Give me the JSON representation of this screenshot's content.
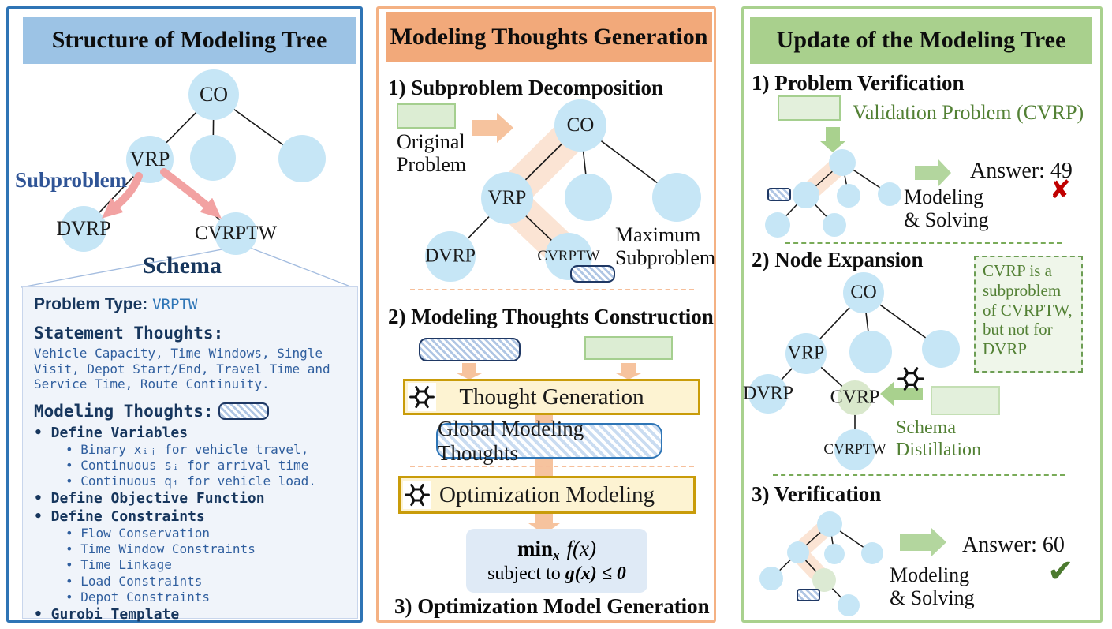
{
  "left": {
    "title": "Structure of Modeling Tree",
    "subproblem_label": "Subproblem",
    "schema_label": "Schema",
    "tree": {
      "co": "CO",
      "vrp": "VRP",
      "dvrp": "DVRP",
      "cvrptw": "CVRPTW"
    },
    "schema": {
      "problem_type_label": "Problem Type: ",
      "problem_type_value": "VRPTW",
      "statement_thoughts_label": "Statement Thoughts:",
      "statement_body": "Vehicle Capacity, Time Windows, Single\nVisit, Depot Start/End, Travel Time and\nService Time, Route Continuity.",
      "modeling_thoughts_label": "Modeling Thoughts:",
      "bullets": [
        {
          "style": "l1",
          "text": "• Define Variables"
        },
        {
          "style": "l2",
          "text": "• Binary xᵢⱼ for vehicle travel,"
        },
        {
          "style": "l2",
          "text": "• Continuous sᵢ for arrival time"
        },
        {
          "style": "l2",
          "text": "• Continuous qᵢ for vehicle load."
        },
        {
          "style": "l1",
          "text": "• Define Objective Function"
        },
        {
          "style": "l1",
          "text": "• Define Constraints"
        },
        {
          "style": "l2",
          "text": "• Flow Conservation"
        },
        {
          "style": "l2",
          "text": "• Time Window Constraints"
        },
        {
          "style": "l2",
          "text": "• Time Linkage"
        },
        {
          "style": "l2",
          "text": "• Load Constraints"
        },
        {
          "style": "l2",
          "text": "• Depot Constraints"
        },
        {
          "style": "l1",
          "text": "• Gurobi Template"
        }
      ]
    }
  },
  "middle": {
    "title": "Modeling Thoughts Generation",
    "step1": "1) Subproblem Decomposition",
    "original_problem": "Original\nProblem",
    "maximum_subproblem": "Maximum\nSubproblem",
    "tree": {
      "co": "CO",
      "vrp": "VRP",
      "dvrp": "DVRP",
      "cvrptw": "CVRPTW"
    },
    "step2": "2) Modeling Thoughts Construction",
    "thought_generation": "Thought Generation",
    "global_modeling_thoughts": "Global Modeling Thoughts",
    "optimization_modeling": "Optimization Modeling",
    "math": {
      "min": "min",
      "min_sub": "x",
      "min_rest": "f(x)",
      "st_prefix": "subject to ",
      "st_math": "g(x) ≤ 0"
    },
    "step3": "3) Optimization Model Generation"
  },
  "right": {
    "title": "Update of the Modeling Tree",
    "step1": "1) Problem Verification",
    "validation_problem": "Validation Problem (CVRP)",
    "answer1": "Answer: 49",
    "cross": "✘",
    "modeling_solving1": "Modeling\n& Solving",
    "step2": "2) Node Expansion",
    "note": "CVRP is a\nsubproblem\nof CVRPTW,\nbut not for\nDVRP",
    "tree2": {
      "co": "CO",
      "vrp": "VRP",
      "dvrp": "DVRP",
      "cvrp": "CVRP",
      "cvrptw": "CVRPTW"
    },
    "schema_distillation": "Schema\nDistillation",
    "step3": "3) Verification",
    "answer2": "Answer: 60",
    "check": "✔",
    "modeling_solving2": "Modeling\n& Solving"
  }
}
